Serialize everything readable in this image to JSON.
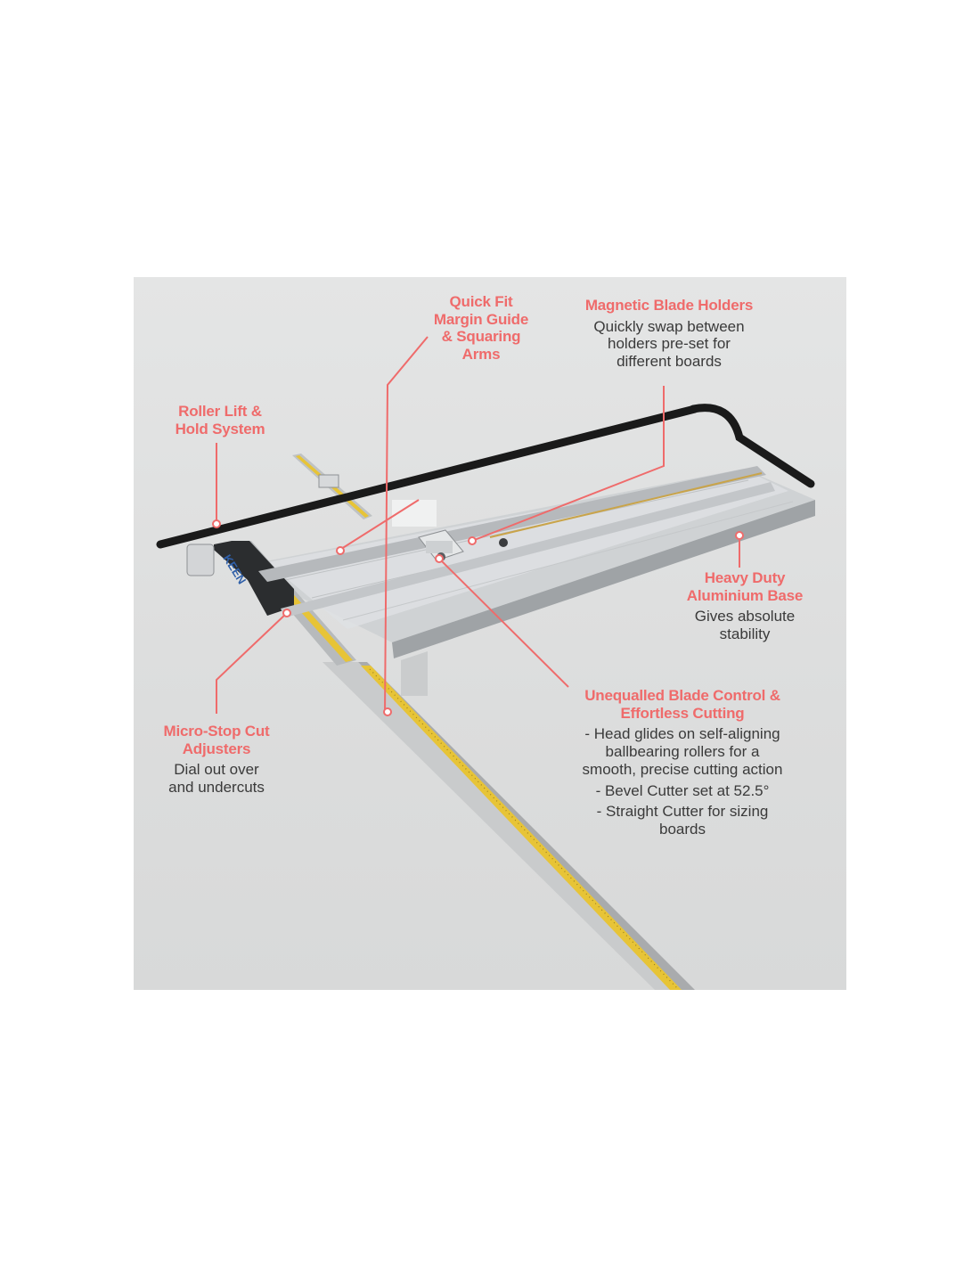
{
  "callouts": {
    "quick_fit": {
      "heading": [
        "Quick Fit",
        "Margin Guide",
        "& Squaring",
        "Arms"
      ]
    },
    "magnetic": {
      "heading": [
        "Magnetic Blade Holders"
      ],
      "description": [
        "Quickly swap between",
        "holders pre-set for",
        "different boards"
      ]
    },
    "roller_lift": {
      "heading": [
        "Roller Lift &",
        "Hold System"
      ]
    },
    "heavy_duty": {
      "heading": [
        "Heavy Duty",
        "Aluminium Base"
      ],
      "description": [
        "Gives absolute",
        "stability"
      ]
    },
    "unequalled": {
      "heading": [
        "Unequalled Blade Control &",
        "Effortless Cutting"
      ],
      "description": [
        "- Head glides on self-aligning",
        "ballbearing rollers for a",
        "smooth, precise cutting action",
        "- Bevel Cutter set at 52.5°",
        "- Straight Cutter for sizing",
        "boards"
      ]
    },
    "micro_stop": {
      "heading": [
        "Micro-Stop Cut",
        "Adjusters"
      ],
      "description": [
        "Dial out over",
        "and undercuts"
      ]
    }
  },
  "brand_label": "KEEN",
  "colors": {
    "accent": "#ef6b6b",
    "ruler_yellow": "#e7c437",
    "background": "#dddede",
    "rail_black": "#1a1a1a"
  }
}
